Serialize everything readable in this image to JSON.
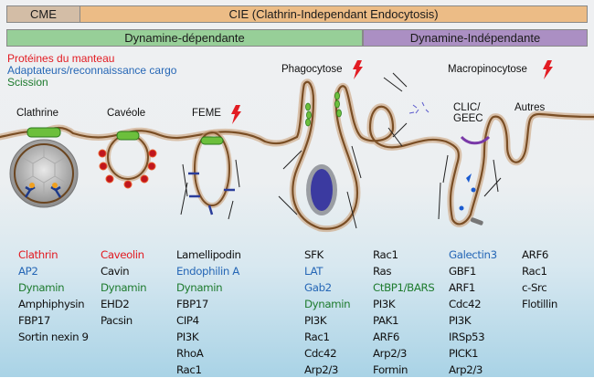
{
  "header": {
    "cme": "CME",
    "cie": "CIE (Clathrin-Independant Endocytosis)",
    "dynamine_dependante": "Dynamine-dépendante",
    "dynamine_independante": "Dynamine-Indépendante"
  },
  "legend": {
    "coat": "Protéines du manteau",
    "adaptors": "Adaptateurs/reconnaissance cargo",
    "scission": "Scission"
  },
  "colors": {
    "coat": "#e21c23",
    "adaptors": "#2667b6",
    "scission": "#1e7b2e",
    "membrane": "#8a5a2b",
    "cme_bar": "#d3bda6",
    "cie_bar": "#ecbc86",
    "dyn_dep_bar": "#97cf98",
    "dyn_indep_bar": "#ab8fc3"
  },
  "pathways": [
    {
      "label": "Clathrine",
      "stimulus": false,
      "icon": "clathrin-coated-pit-icon"
    },
    {
      "label": "Cavéole",
      "stimulus": false,
      "icon": "caveola-icon"
    },
    {
      "label": "FEME",
      "stimulus": true,
      "icon": "feme-vesicle-icon"
    },
    {
      "label": "Phagocytose",
      "stimulus": true,
      "icon": "phagocytosis-icon"
    },
    {
      "label": "Macropinocytose",
      "stimulus": true,
      "icon": "macropinocytosis-icon"
    },
    {
      "label": "CLIC/\nGEEC",
      "stimulus": false,
      "icon": "clic-geec-icon"
    },
    {
      "label": "Autres",
      "stimulus": false,
      "icon": "other-pathway-icon"
    }
  ],
  "columns": [
    {
      "name": "clathrine",
      "items": [
        {
          "text": "Clathrin",
          "role": "coat"
        },
        {
          "text": "AP2",
          "role": "adaptors"
        },
        {
          "text": "Dynamin",
          "role": "scission"
        },
        {
          "text": "Amphiphysin",
          "role": "other"
        },
        {
          "text": "FBP17",
          "role": "other"
        },
        {
          "text": "Sortin nexin 9",
          "role": "other"
        }
      ]
    },
    {
      "name": "caveole",
      "items": [
        {
          "text": "Caveolin",
          "role": "coat"
        },
        {
          "text": "Cavin",
          "role": "other"
        },
        {
          "text": "Dynamin",
          "role": "scission"
        },
        {
          "text": "EHD2",
          "role": "other"
        },
        {
          "text": "Pacsin",
          "role": "other"
        }
      ]
    },
    {
      "name": "feme",
      "items": [
        {
          "text": "Lamellipodin",
          "role": "other"
        },
        {
          "text": "Endophilin A",
          "role": "adaptors"
        },
        {
          "text": "Dynamin",
          "role": "scission"
        },
        {
          "text": "FBP17",
          "role": "other"
        },
        {
          "text": "CIP4",
          "role": "other"
        },
        {
          "text": "PI3K",
          "role": "other"
        },
        {
          "text": "RhoA",
          "role": "other"
        },
        {
          "text": "Rac1",
          "role": "other"
        }
      ]
    },
    {
      "name": "phagocytose",
      "items": [
        {
          "text": "SFK",
          "role": "other"
        },
        {
          "text": "LAT",
          "role": "adaptors"
        },
        {
          "text": "Gab2",
          "role": "adaptors"
        },
        {
          "text": "Dynamin",
          "role": "scission"
        },
        {
          "text": "PI3K",
          "role": "other"
        },
        {
          "text": "Rac1",
          "role": "other"
        },
        {
          "text": "Cdc42",
          "role": "other"
        },
        {
          "text": "Arp2/3",
          "role": "other"
        }
      ]
    },
    {
      "name": "macropinocytose",
      "items": [
        {
          "text": "Rac1",
          "role": "other"
        },
        {
          "text": "Ras",
          "role": "other"
        },
        {
          "text": "CtBP1/BARS",
          "role": "scission"
        },
        {
          "text": "PI3K",
          "role": "other"
        },
        {
          "text": "PAK1",
          "role": "other"
        },
        {
          "text": "ARF6",
          "role": "other"
        },
        {
          "text": "Arp2/3",
          "role": "other"
        },
        {
          "text": "Formin",
          "role": "other"
        }
      ]
    },
    {
      "name": "clic-geec",
      "items": [
        {
          "text": "Galectin3",
          "role": "adaptors"
        },
        {
          "text": "GBF1",
          "role": "other"
        },
        {
          "text": "ARF1",
          "role": "other"
        },
        {
          "text": "Cdc42",
          "role": "other"
        },
        {
          "text": "PI3K",
          "role": "other"
        },
        {
          "text": "IRSp53",
          "role": "other"
        },
        {
          "text": "PICK1",
          "role": "other"
        },
        {
          "text": "Arp2/3",
          "role": "other"
        }
      ]
    },
    {
      "name": "autres",
      "items": [
        {
          "text": "ARF6",
          "role": "other"
        },
        {
          "text": "Rac1",
          "role": "other"
        },
        {
          "text": "c-Src",
          "role": "other"
        },
        {
          "text": "Flotillin",
          "role": "other"
        }
      ]
    }
  ]
}
